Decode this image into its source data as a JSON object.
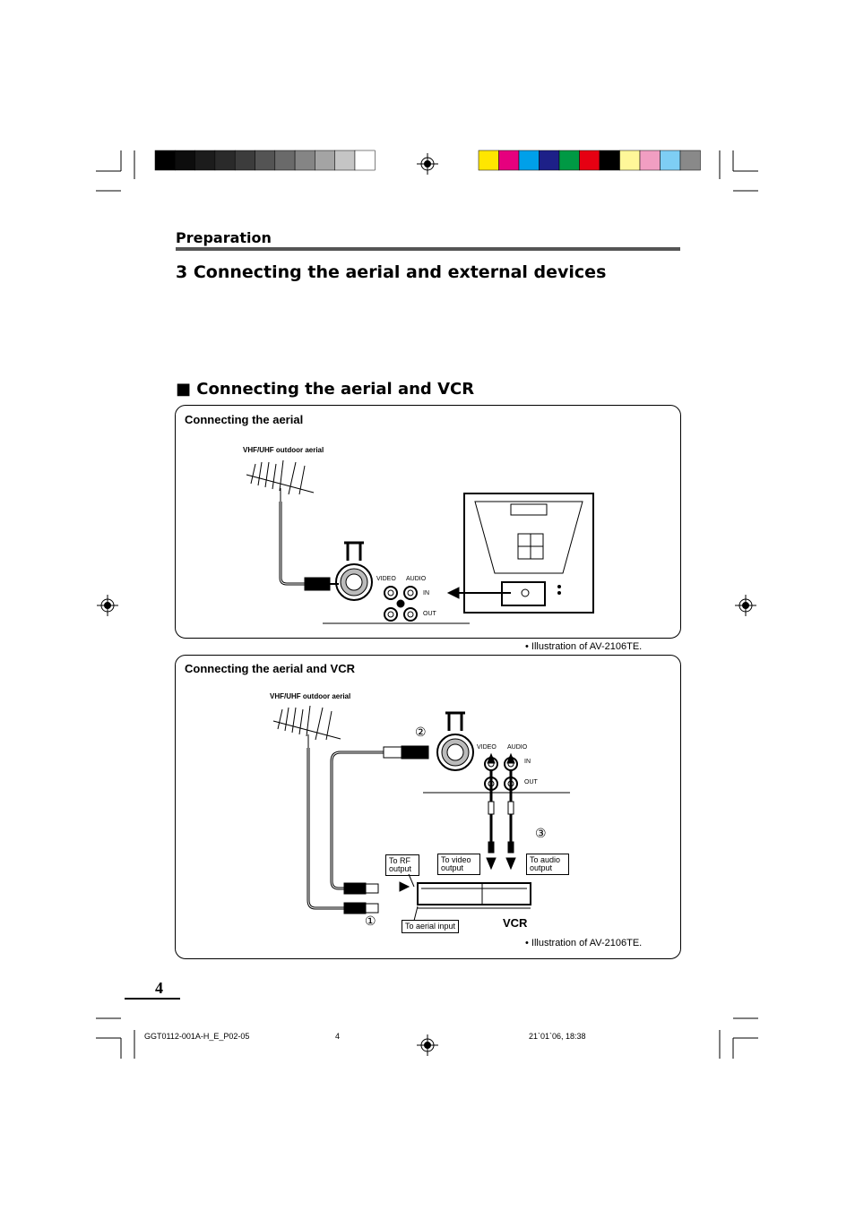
{
  "header": {
    "section": "Preparation",
    "title": "3  Connecting the aerial and external devices",
    "subtitle": "■ Connecting the aerial and VCR"
  },
  "color_bars": {
    "gray_steps": [
      "#000000",
      "#0d0d0d",
      "#1c1c1c",
      "#2a2a2a",
      "#3c3c3c",
      "#545454",
      "#6a6a6a",
      "#858585",
      "#a4a4a4",
      "#c5c5c5",
      "#ffffff"
    ],
    "process_colors": [
      "#ffe600",
      "#e6007e",
      "#00a0e9",
      "#1d2088",
      "#009944",
      "#e60012",
      "#000000",
      "#fff799",
      "#f19ec2",
      "#7ecef4",
      "#898989"
    ]
  },
  "diagram1": {
    "box_title": "Connecting the aerial",
    "aerial_label": "VHF/UHF outdoor aerial",
    "video_label": "VIDEO",
    "audio_label": "AUDIO",
    "in_label": "IN",
    "out_label": "OUT",
    "note": "• Illustration of AV-2106TE."
  },
  "diagram2": {
    "box_title": "Connecting the aerial and VCR",
    "aerial_label": "VHF/UHF outdoor aerial",
    "video_label": "VIDEO",
    "audio_label": "AUDIO",
    "in_label": "IN",
    "out_label": "OUT",
    "step1": "①",
    "step2": "②",
    "step3": "③",
    "to_rf_output": "To RF output",
    "to_video_output": "To video output",
    "to_audio_output": "To audio output",
    "to_aerial_input": "To aerial input",
    "vcr_label": "VCR",
    "note": "• Illustration of AV-2106TE."
  },
  "footer": {
    "page_number": "4",
    "file_name": "GGT0112-001A-H_E_P02-05",
    "sheet": "4",
    "timestamp": "21`01`06, 18:38"
  }
}
